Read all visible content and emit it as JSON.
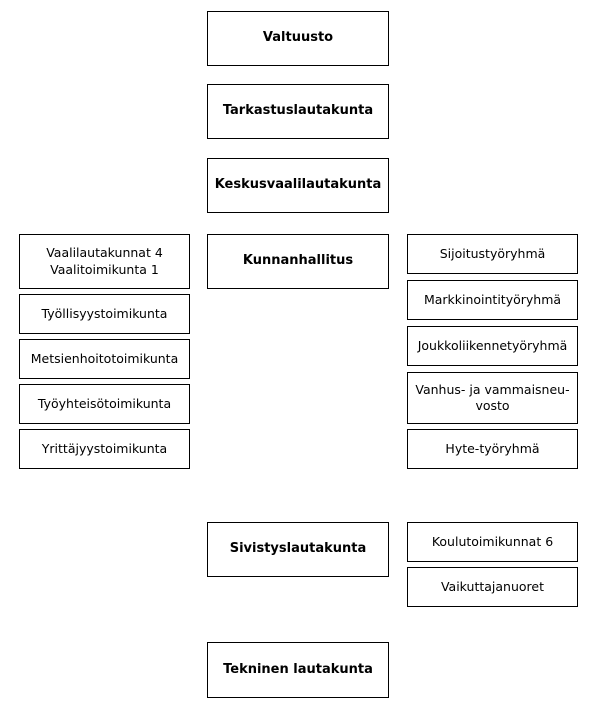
{
  "center": {
    "valtuusto": "Valtuusto",
    "tarkastuslautakunta": "Tarkastuslautakunta",
    "keskusvaalilautakunta": "Keskusvaalilautakunta",
    "kunnanhallitus": "Kunnanhallitus",
    "sivistyslautakunta": "Sivistyslautakunta",
    "tekninen_lautakunta": "Tekninen lautakunta"
  },
  "left": {
    "vaalilautakunnat": "Vaalilautakunnat 4\nVaalitoimikunta 1",
    "tyollisyystoimikunta": "Työllisyystoimikunta",
    "metsienhoitotoimikunta": "Metsienhoitotoimikunta",
    "tyoyhteisotoimikunta": "Työyhteisötoimikunta",
    "yrittajyystoimikunta": "Yrittäjyystoimikunta"
  },
  "right": {
    "sijoitustyoryhma": "Sijoitustyöryhmä",
    "markkinointityoryhma": "Markkinointityöryhmä",
    "joukkoliikennetyoryhma": "Joukkoliikennetyöryhmä",
    "vanhus_vammaisneuvosto": "Vanhus- ja vammaisneu-\nvosto",
    "hyte_tyoryhma": "Hyte-työryhmä",
    "koulutoimikunnat": "Koulutoimikunnat 6",
    "vaikuttajanuoret": "Vaikuttajanuoret"
  }
}
